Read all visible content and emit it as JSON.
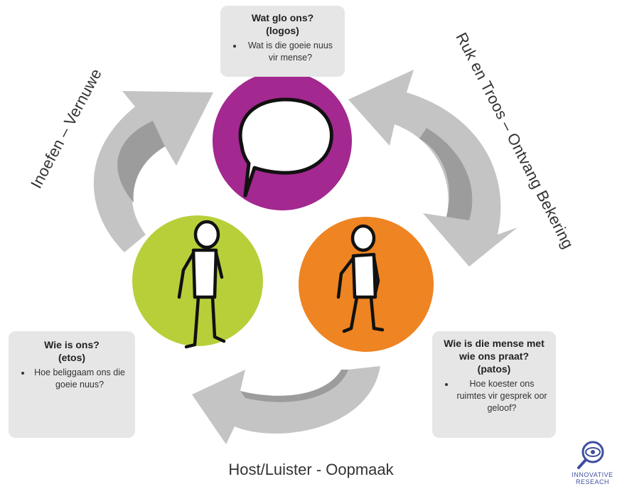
{
  "top_box": {
    "question": "Wat glo ons?",
    "subtitle": "(logos)",
    "bullet": "Wat is die goeie nuus vir mense?"
  },
  "left_box": {
    "question": "Wie is ons?",
    "subtitle": "(etos)",
    "bullet": "Hoe beliggaam ons die goeie nuus?"
  },
  "right_box": {
    "question": "Wie is die mense met wie ons praat?",
    "subtitle": "(patos)",
    "bullet": "Hoe koester ons ruimtes vir gesprek oor geloof?"
  },
  "cycle_labels": {
    "left": "Inoefen – Vernuwe",
    "right": "Ruk en Troos – Ontvang Bekering",
    "bottom": "Host/Luister - Oopmaak"
  },
  "logo": {
    "line1": "INNOVATIVE",
    "line2": "RESEACH"
  },
  "colors": {
    "purple": "#a3288f",
    "green": "#b8cf3a",
    "orange": "#ee8422",
    "arrow_light": "#c4c4c4",
    "arrow_dark": "#9c9c9c",
    "box_bg": "#e6e6e6"
  },
  "icons": {
    "top_circle": "speech-bubble-icon",
    "left_circle": "stick-figure-icon",
    "right_circle": "stick-figure-icon",
    "logo": "eye-magnifier-icon"
  }
}
